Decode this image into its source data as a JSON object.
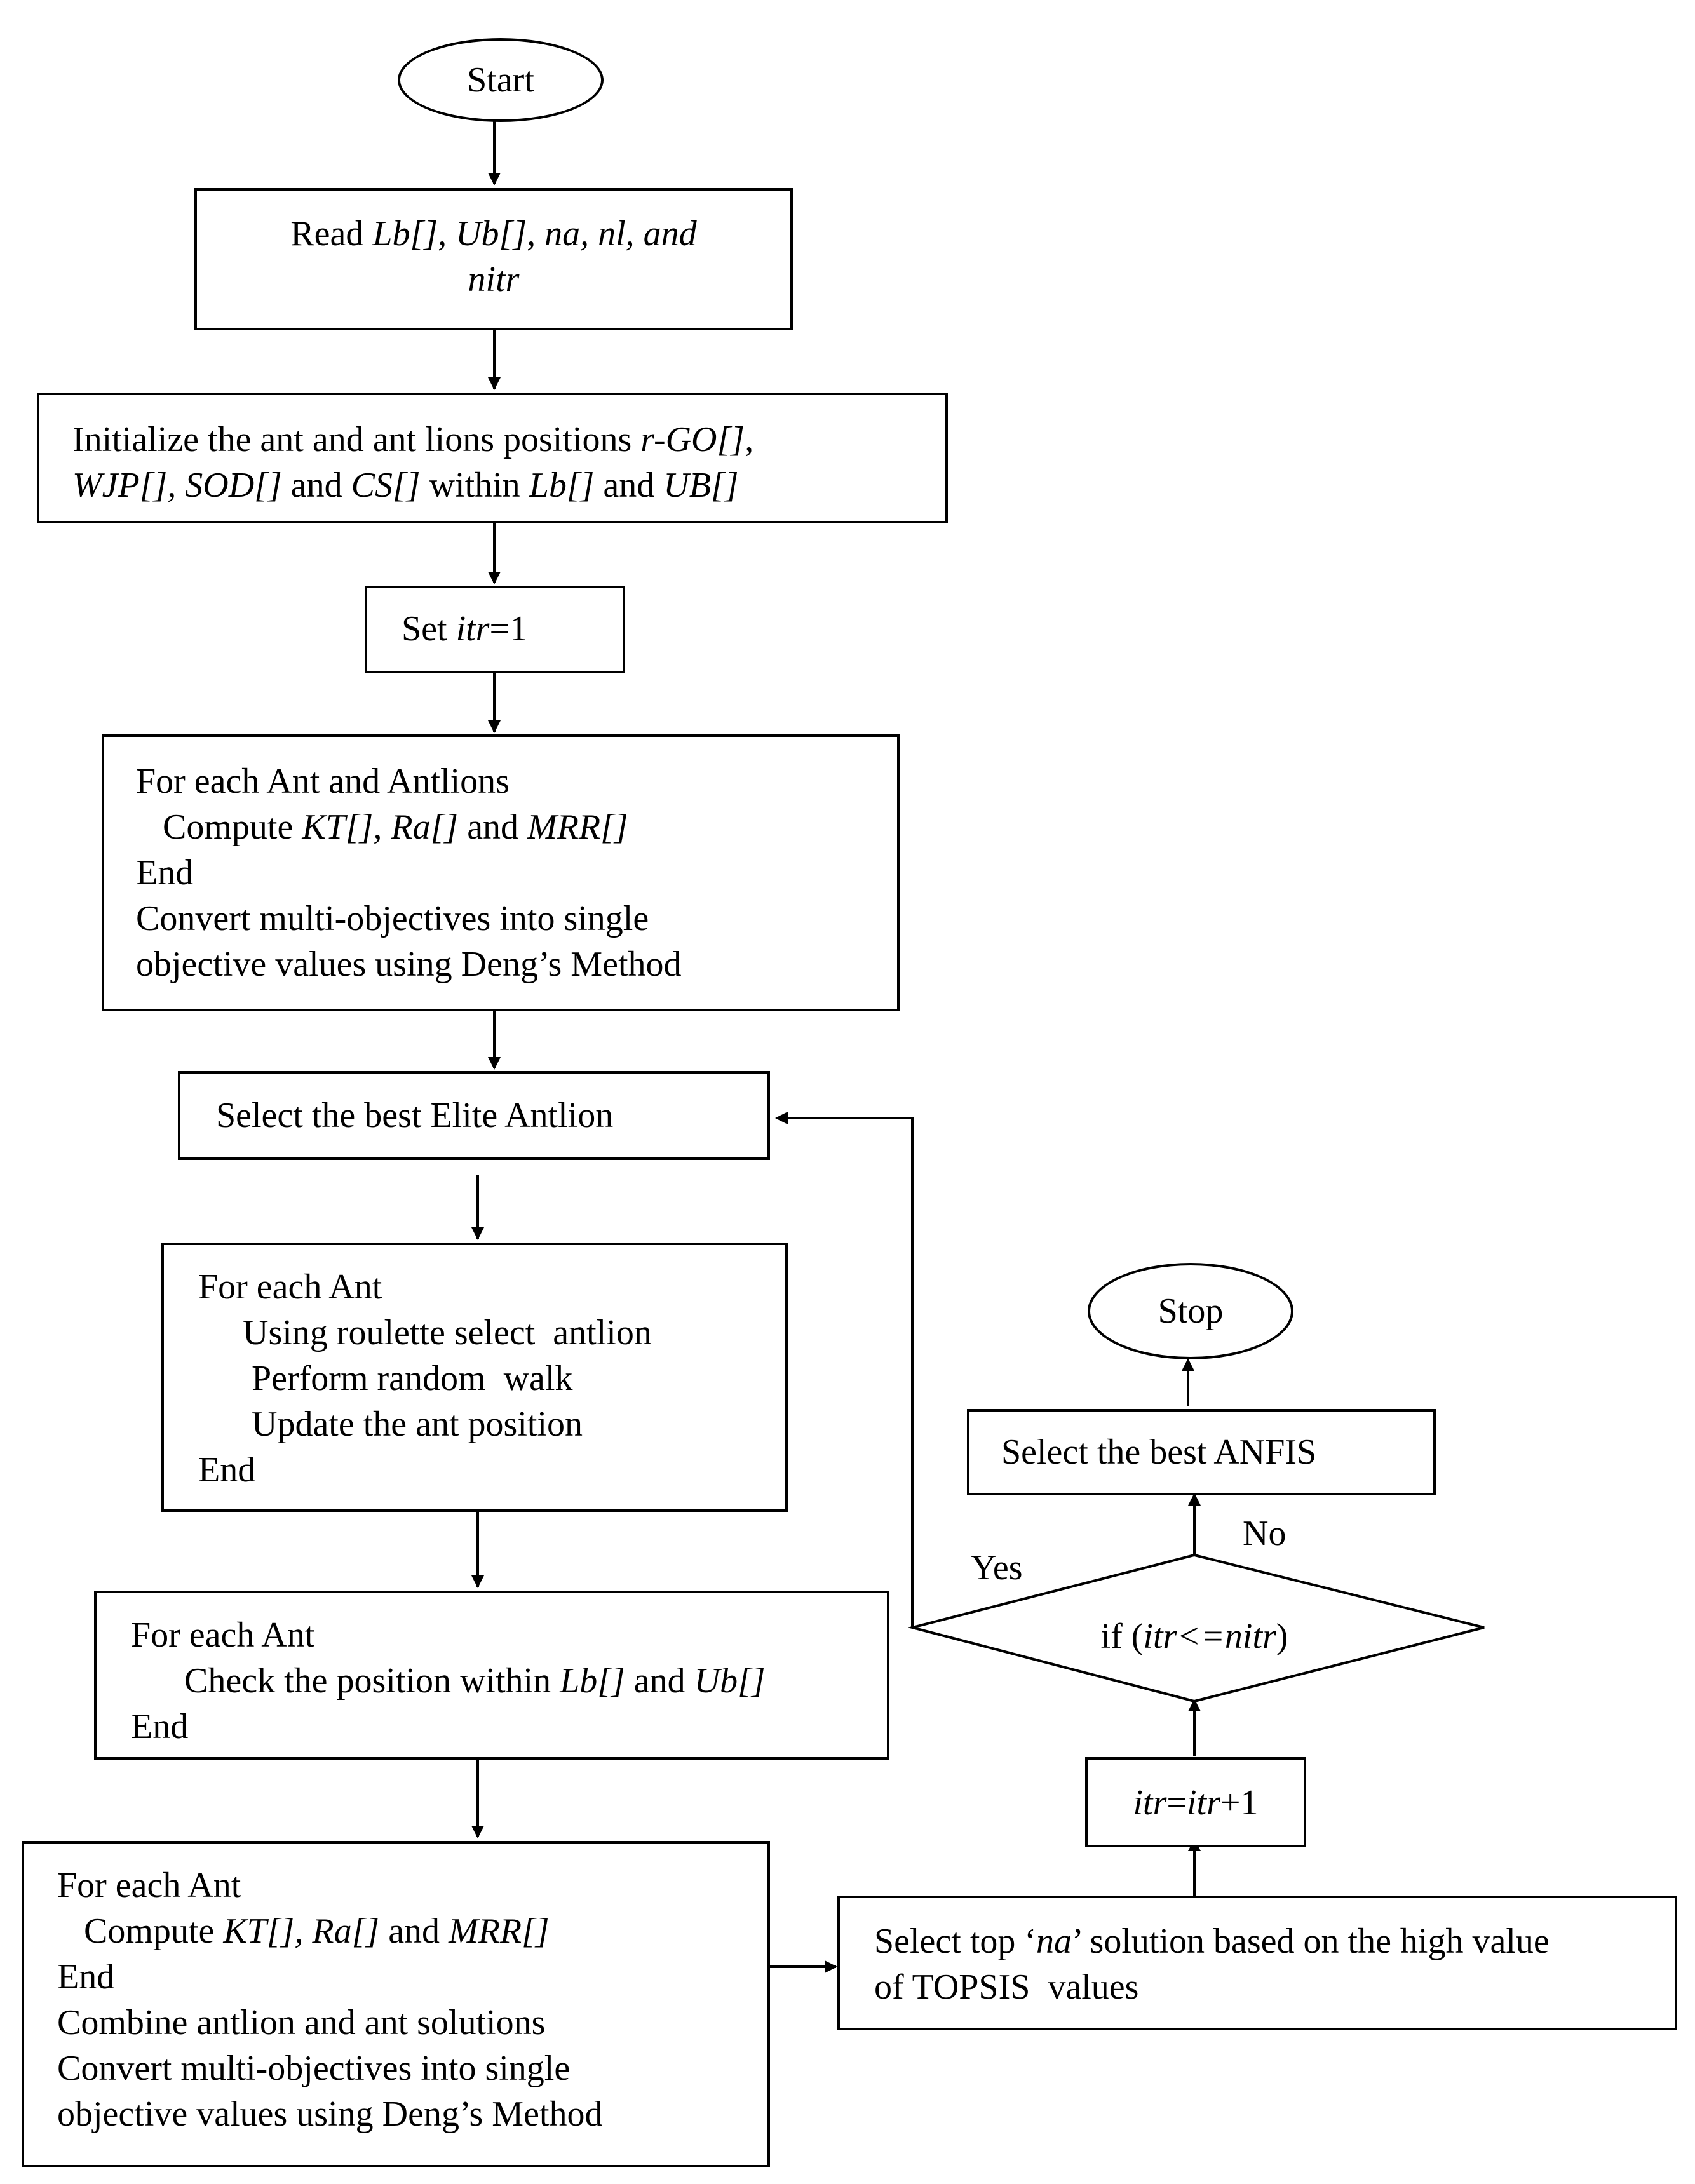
{
  "nodes": {
    "start": "Start",
    "read": [
      [
        {
          "t": "Read "
        },
        {
          "t": "Lb[], Ub[], na, nl, and",
          "i": true
        }
      ],
      [
        {
          "t": "nitr",
          "i": true
        }
      ]
    ],
    "init": [
      [
        {
          "t": "Initialize the ant and ant lions positions "
        },
        {
          "t": "r-GO[],",
          "i": true
        }
      ],
      [
        {
          "t": "WJP[], SOD[]",
          "i": true
        },
        {
          "t": " and "
        },
        {
          "t": "CS[]",
          "i": true
        },
        {
          "t": " within "
        },
        {
          "t": "Lb[]",
          "i": true
        },
        {
          "t": " and "
        },
        {
          "t": "UB[]",
          "i": true
        }
      ]
    ],
    "set_itr": [
      [
        {
          "t": "Set "
        },
        {
          "t": "itr",
          "i": true
        },
        {
          "t": "=1"
        }
      ]
    ],
    "compute1": [
      [
        {
          "t": "For each Ant and Antlions"
        }
      ],
      [
        {
          "t": "   Compute "
        },
        {
          "t": "KT[], Ra[]",
          "i": true
        },
        {
          "t": " and "
        },
        {
          "t": "MRR[]",
          "i": true
        }
      ],
      [
        {
          "t": "End"
        }
      ],
      [
        {
          "t": "Convert multi-objectives into single"
        }
      ],
      [
        {
          "t": "objective values using Deng’s Method"
        }
      ]
    ],
    "elite": [
      [
        {
          "t": "Select the best Elite Antlion"
        }
      ]
    ],
    "walk": [
      [
        {
          "t": "For each Ant"
        }
      ],
      [
        {
          "t": "     Using roulette select  antlion"
        }
      ],
      [
        {
          "t": "      Perform random  walk"
        }
      ],
      [
        {
          "t": "      Update the ant position"
        }
      ],
      [
        {
          "t": "End"
        }
      ]
    ],
    "check": [
      [
        {
          "t": "For each Ant"
        }
      ],
      [
        {
          "t": "      Check the position within "
        },
        {
          "t": "Lb[]",
          "i": true
        },
        {
          "t": " and "
        },
        {
          "t": "Ub[]",
          "i": true
        }
      ],
      [
        {
          "t": "End"
        }
      ]
    ],
    "compute2": [
      [
        {
          "t": "For each Ant"
        }
      ],
      [
        {
          "t": "   Compute "
        },
        {
          "t": "KT[], Ra[]",
          "i": true
        },
        {
          "t": " and "
        },
        {
          "t": "MRR[]",
          "i": true
        }
      ],
      [
        {
          "t": "End"
        }
      ],
      [
        {
          "t": "Combine antlion and ant solutions"
        }
      ],
      [
        {
          "t": "Convert multi-objectives into single"
        }
      ],
      [
        {
          "t": "objective values using Deng’s Method"
        }
      ]
    ],
    "topsis": [
      [
        {
          "t": "Select top ‘"
        },
        {
          "t": "na",
          "i": true
        },
        {
          "t": "’ solution based on the high value"
        }
      ],
      [
        {
          "t": "of TOPSIS  values"
        }
      ]
    ],
    "increment": [
      [
        {
          "t": "itr",
          "i": true
        },
        {
          "t": "="
        },
        {
          "t": "itr",
          "i": true
        },
        {
          "t": "+1"
        }
      ]
    ],
    "decision": [
      [
        {
          "t": "if ("
        },
        {
          "t": "itr<=nitr",
          "i": true
        },
        {
          "t": ")"
        }
      ]
    ],
    "best_anfis": [
      [
        {
          "t": "Select the best ANFIS"
        }
      ]
    ],
    "stop": "Stop"
  },
  "labels": {
    "yes": "Yes",
    "no": "No"
  }
}
